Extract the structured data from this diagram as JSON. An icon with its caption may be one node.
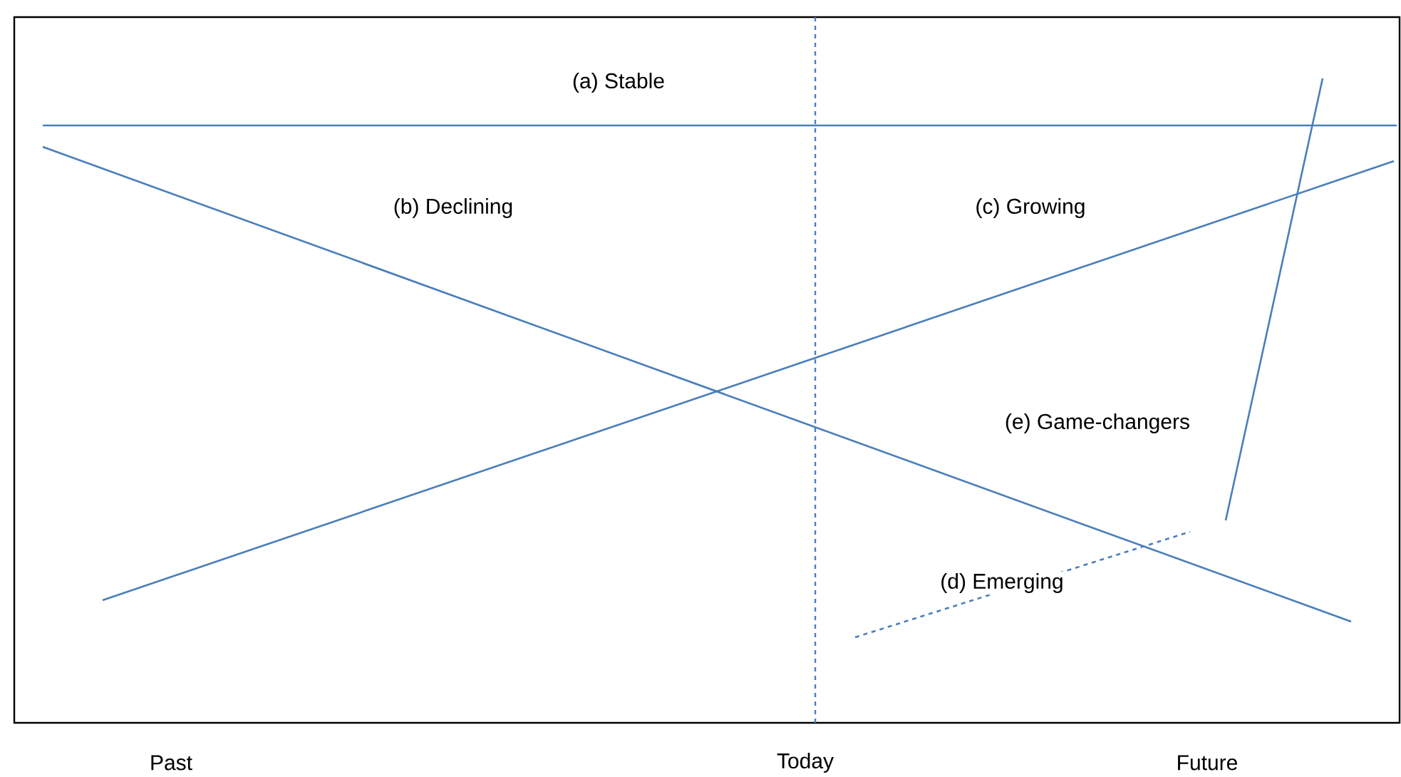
{
  "diagram": {
    "labels": [
      "(a) Stable",
      "(b) Declining",
      "(c) Growing",
      "(e) Game-changers",
      "(d) Emerging",
      "Past",
      "Today",
      "Future"
    ]
  }
}
